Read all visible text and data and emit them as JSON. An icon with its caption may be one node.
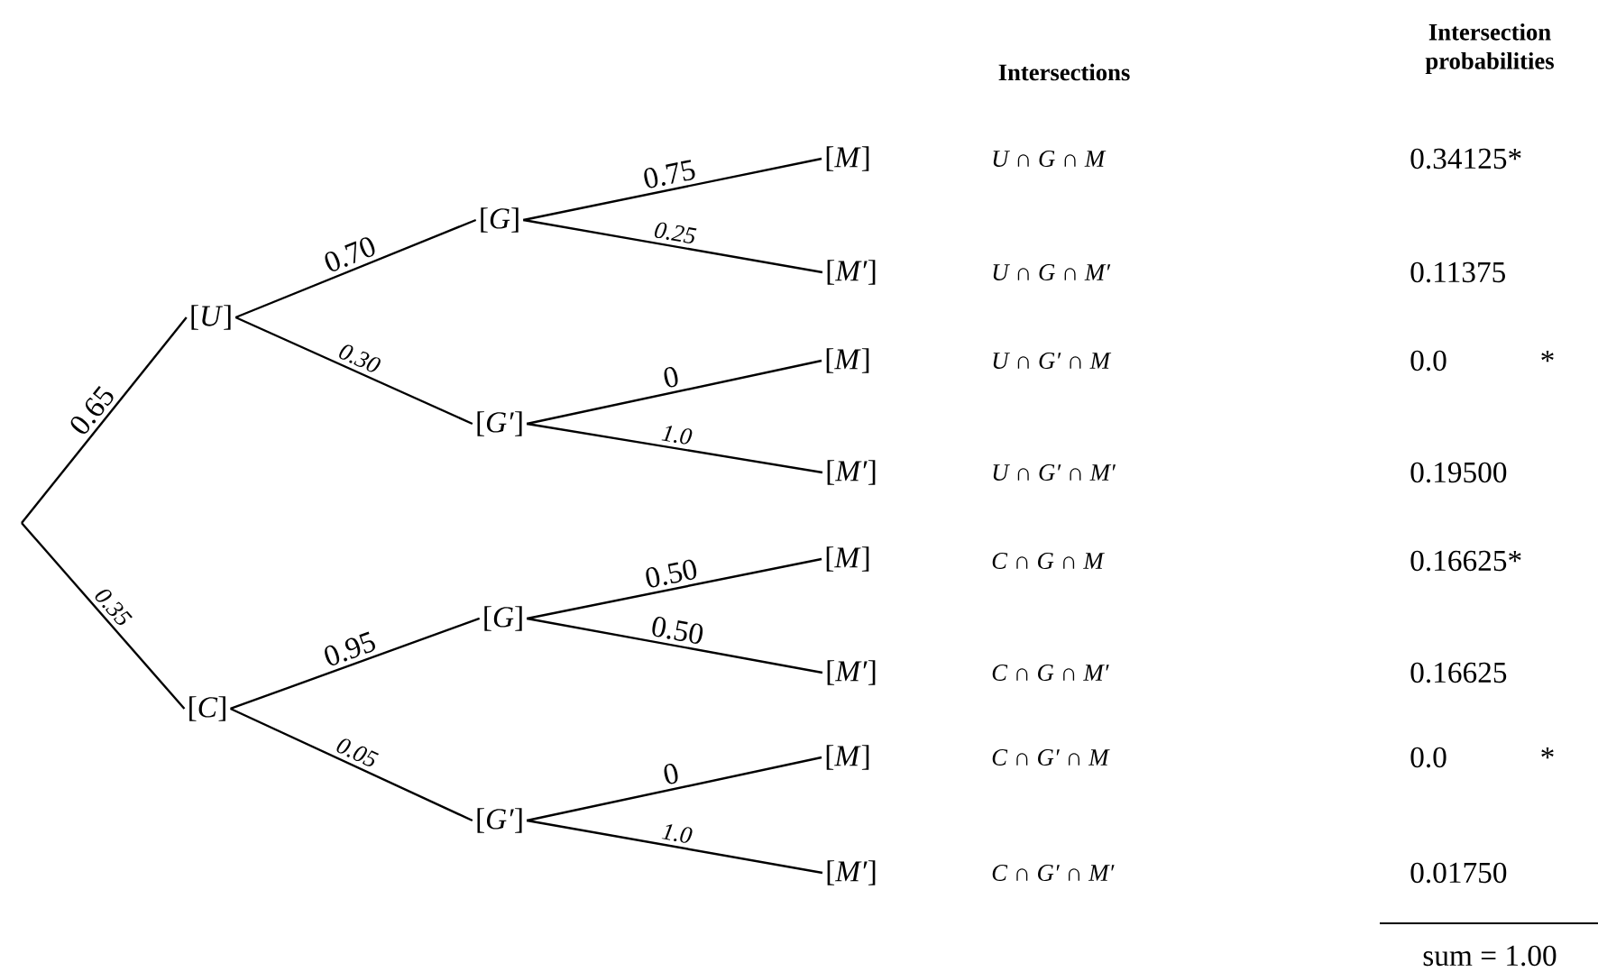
{
  "diagram": {
    "nodes": [
      {
        "text": [
          "[*U*]"
        ]
      },
      {
        "text": [
          "[*G*]"
        ]
      },
      {
        "text": [
          "[*M*]"
        ]
      },
      {
        "text": [
          "[*M′*]"
        ]
      },
      {
        "text": [
          "[*G′*]"
        ]
      },
      {
        "text": [
          "[*M*]"
        ]
      },
      {
        "text": [
          "[*M′*]"
        ]
      },
      {
        "text": [
          "[*C*]"
        ]
      },
      {
        "text": [
          "[*G*]"
        ]
      },
      {
        "text": [
          "[*M*]"
        ]
      },
      {
        "text": [
          "[*M′*]"
        ]
      },
      {
        "text": [
          "[*G′*]"
        ]
      },
      {
        "text": [
          "[*M*]"
        ]
      },
      {
        "text": [
          "[*M′*]"
        ]
      }
    ],
    "edges": [
      {
        "from": null,
        "to": 0,
        "arrow": "none",
        "label": "0.65"
      },
      {
        "from": 0,
        "to": 1,
        "arrow": "none",
        "label": "0.70"
      },
      {
        "from": 1,
        "to": 2,
        "arrow": "none",
        "label": "0.75"
      },
      {
        "from": 1,
        "to": 3,
        "arrow": "none",
        "label": "0.25"
      },
      {
        "from": 0,
        "to": 4,
        "arrow": "none",
        "label": "0.30"
      },
      {
        "from": 4,
        "to": 5,
        "arrow": "none",
        "label": "0"
      },
      {
        "from": 4,
        "to": 6,
        "arrow": "none",
        "label": "1.0"
      },
      {
        "from": null,
        "to": 7,
        "arrow": "none",
        "label": "0.35"
      },
      {
        "from": 7,
        "to": 8,
        "arrow": "none",
        "label": "0.95"
      },
      {
        "from": 8,
        "to": 9,
        "arrow": "none",
        "label": "0.50"
      },
      {
        "from": 8,
        "to": 10,
        "arrow": "none",
        "label": "0.50"
      },
      {
        "from": 7,
        "to": 11,
        "arrow": "none",
        "label": "0.05"
      },
      {
        "from": 11,
        "to": 12,
        "arrow": "none",
        "label": "0"
      },
      {
        "from": 11,
        "to": 13,
        "arrow": "none",
        "label": "1.0"
      }
    ],
    "labels": [
      "Intersections",
      "Intersection probabilities",
      "U ∩ G ∩ M",
      "0.34125*",
      "U ∩ G ∩ M′",
      "0.11375",
      "U ∩ G′ ∩ M",
      "0.0",
      "*",
      "U ∩ G′ ∩ M′",
      "0.19500",
      "C ∩ G ∩ M",
      "0.16625*",
      "C ∩ G ∩ M′",
      "0.16625",
      "C ∩ G′ ∩ M",
      "0.0",
      "*",
      "C ∩ G′ ∩ M′",
      "0.01750",
      "sum = 1.00"
    ]
  }
}
